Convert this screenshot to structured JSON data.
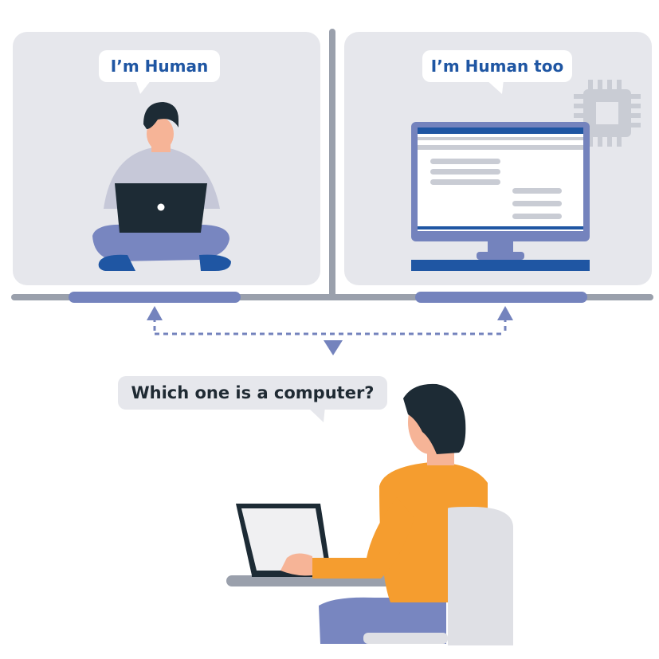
{
  "left_participant": {
    "speech": "I’m Human"
  },
  "right_participant": {
    "speech": "I’m Human too"
  },
  "interrogator": {
    "speech": "Which one is a computer?"
  },
  "colors": {
    "panel_bg": "#e6e7ec",
    "speech_text": "#1f56a3",
    "question_text": "#1f2a33",
    "accent_blue": "#7483bd",
    "dark_navy": "#1d2b35",
    "shirt_orange": "#f59d2f",
    "monitor_blue": "#1f56a3"
  },
  "icons": [
    "chip-icon",
    "person-laptop-icon",
    "monitor-icon",
    "arrow-up-icon",
    "arrow-down-icon"
  ]
}
